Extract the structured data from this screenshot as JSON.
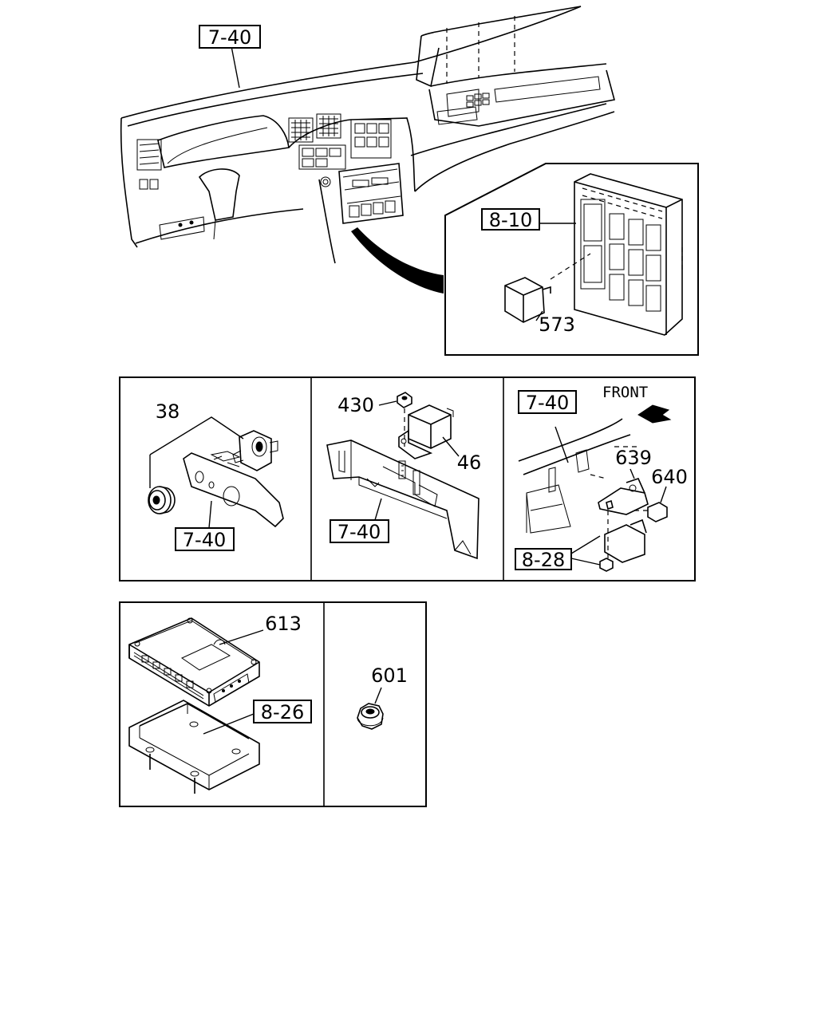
{
  "callouts": {
    "top_ref": "7-40",
    "fuse_box_ref": "8-10",
    "relay_part": "573",
    "sw_part": "38",
    "sw_ref": "7-40",
    "nut_part": "430",
    "relay2_part": "46",
    "relay2_ref": "7-40",
    "front_label": "FRONT",
    "bracket_ref": "7-40",
    "bracket_part": "639",
    "bolt_part": "640",
    "sensor_ref": "8-28",
    "ecu_part": "613",
    "ecu_bracket_ref": "8-26",
    "nut2_part": "601"
  }
}
